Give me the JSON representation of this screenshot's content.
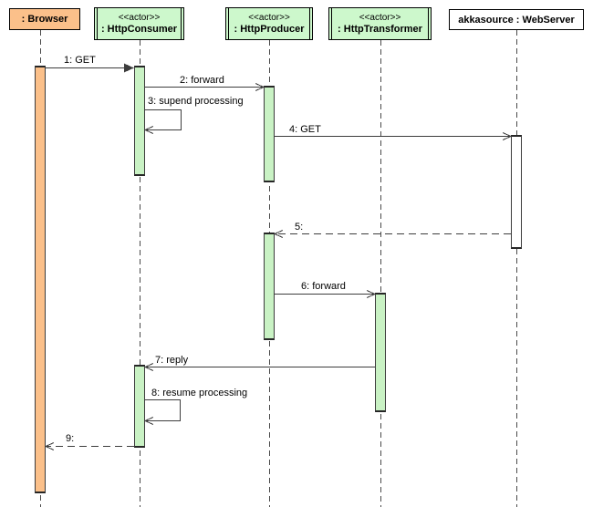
{
  "diagram": {
    "type": "uml-sequence-diagram",
    "colors": {
      "browser_fill": "#FBC08A",
      "actor_fill": "#CDF8CC",
      "activation_fill": "#C9F2C4",
      "webserver_activation_fill": "#FFFFFF",
      "line": "#3d3d3d",
      "border": "#000000",
      "background": "#FFFFFF"
    },
    "participants": [
      {
        "id": "browser",
        "name": ": Browser"
      },
      {
        "id": "httpconsumer",
        "stereotype": "<<actor>>",
        "name": ": HttpConsumer"
      },
      {
        "id": "httpproducer",
        "stereotype": "<<actor>>",
        "name": ": HttpProducer"
      },
      {
        "id": "httptransformer",
        "stereotype": "<<actor>>",
        "name": ": HttpTransformer"
      },
      {
        "id": "webserver",
        "name": "akkasource : WebServer"
      }
    ],
    "messages": [
      {
        "label": "1: GET",
        "from": ": Browser",
        "to": ": HttpConsumer",
        "kind": "sync-call"
      },
      {
        "label": "2: forward",
        "from": ": HttpConsumer",
        "to": ": HttpProducer",
        "kind": "async-call"
      },
      {
        "label": "3: supend processing",
        "from": ": HttpConsumer",
        "to": ": HttpConsumer",
        "kind": "self-message"
      },
      {
        "label": "4: GET",
        "from": ": HttpProducer",
        "to": "akkasource : WebServer",
        "kind": "async-call"
      },
      {
        "label": "5:",
        "from": "akkasource : WebServer",
        "to": ": HttpProducer",
        "kind": "return"
      },
      {
        "label": "6: forward",
        "from": ": HttpProducer",
        "to": ": HttpTransformer",
        "kind": "async-call"
      },
      {
        "label": "7: reply",
        "from": ": HttpTransformer",
        "to": ": HttpConsumer",
        "kind": "async-call"
      },
      {
        "label": "8: resume processing",
        "from": ": HttpConsumer",
        "to": ": HttpConsumer",
        "kind": "self-message"
      },
      {
        "label": "9:",
        "from": ": HttpConsumer",
        "to": ": Browser",
        "kind": "return"
      }
    ]
  }
}
